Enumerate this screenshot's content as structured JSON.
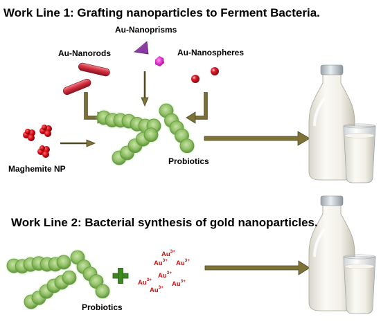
{
  "line1": {
    "title": "Work Line 1: Grafting nanoparticles to Ferment Bacteria.",
    "labels": {
      "nanoprisms": "Au-Nanoprisms",
      "nanorods": "Au-Nanorods",
      "nanospheres": "Au-Nanospheres",
      "maghemite": "Maghemite NP",
      "probiotics": "Probiotics"
    }
  },
  "line2": {
    "title": "Work Line 2: Bacterial synthesis of  gold nanoparticles.",
    "labels": {
      "probiotics": "Probiotics"
    },
    "ions": [
      {
        "base": "Au",
        "sup": "3+"
      },
      {
        "base": "Au",
        "sup": "3+"
      },
      {
        "base": "Au",
        "sup": "3+"
      },
      {
        "base": "Au",
        "sup": "3+"
      },
      {
        "base": "Au",
        "sup": "3+"
      },
      {
        "base": "Au",
        "sup": "3+"
      },
      {
        "base": "Au",
        "sup": "3+"
      }
    ]
  },
  "colors": {
    "bacteria": "#86b75a",
    "arrow": "#7d7338",
    "nanorod": "#c8283a",
    "nanoprism": "#8a3aa0",
    "nanosphere_pink": "#e030c8",
    "sphere_red": "#d81e2a",
    "maghemite": "#d80f1a",
    "plus": "#3c8a1e",
    "ion": "#cc1111"
  }
}
